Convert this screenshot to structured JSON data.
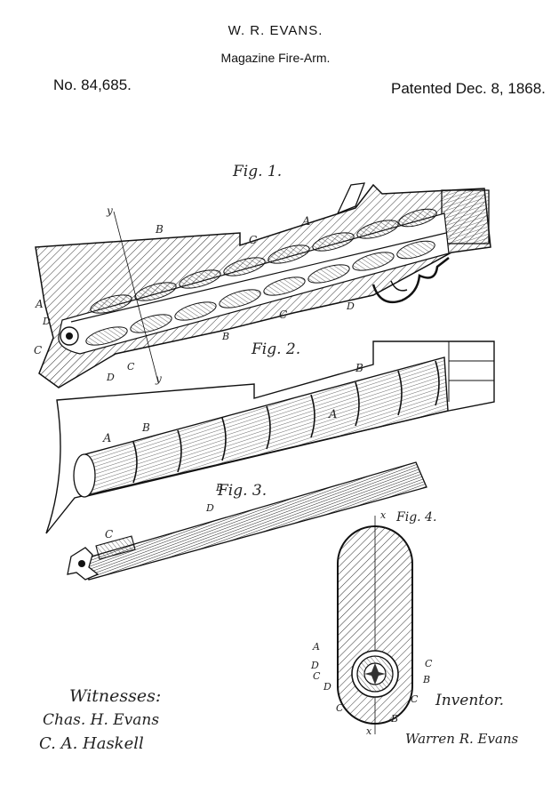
{
  "header": {
    "inventor_name": "W. R. EVANS.",
    "invention_title": "Magazine Fire-Arm.",
    "patent_number": "No. 84,685.",
    "patent_date": "Patented Dec. 8, 1868."
  },
  "figures": {
    "fig1": "Fig. 1.",
    "fig2": "Fig. 2.",
    "fig3": "Fig. 3.",
    "fig4": "Fig. 4."
  },
  "reference_letters": {
    "a": "A",
    "b": "B",
    "c": "C",
    "d": "D",
    "x": "x",
    "y": "y"
  },
  "signatures": {
    "witnesses_label": "Witnesses:",
    "witness_1": "Chas. H. Evans",
    "witness_2": "C. A. Haskell",
    "inventor_label": "Inventor.",
    "inventor_signature": "Warren R. Evans"
  }
}
